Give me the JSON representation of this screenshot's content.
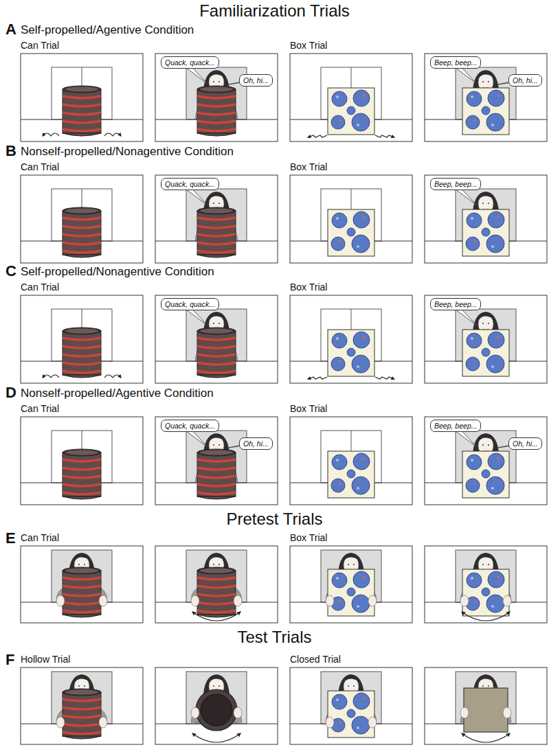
{
  "diagram": {
    "title": "Familiarization Trials",
    "nodes": [
      {
        "text": [
          "Quack, quack..."
        ]
      },
      {
        "text": [
          "Oh, hi..."
        ]
      },
      {
        "text": [
          "Beep, beep..."
        ]
      },
      {
        "text": [
          "Oh, hi..."
        ]
      },
      {
        "text": [
          "Quack, quack..."
        ]
      },
      {
        "text": [
          "Beep, beep..."
        ]
      },
      {
        "text": [
          "Quack, quack..."
        ]
      },
      {
        "text": [
          "Beep, beep..."
        ]
      },
      {
        "text": [
          "Quack, quack..."
        ]
      },
      {
        "text": [
          "Oh, hi..."
        ]
      },
      {
        "text": [
          "Beep, beep..."
        ]
      },
      {
        "text": [
          "Oh, hi..."
        ]
      }
    ],
    "labels": [
      "A",
      "Self-propelled/Agentive Condition",
      "Can Trial",
      "Box Trial",
      "B",
      "Nonself-propelled/Nonagentive Condition",
      "Can Trial",
      "Box Trial",
      "C",
      "Self-propelled/Nonagentive Condition",
      "Can Trial",
      "Box Trial",
      "D",
      "Nonself-propelled/Agentive Condition",
      "Can Trial",
      "Box Trial",
      "Pretest Trials",
      "E",
      "Can Trial",
      "Box Trial",
      "Test Trials",
      "F",
      "Hollow Trial",
      "Closed Trial"
    ]
  }
}
